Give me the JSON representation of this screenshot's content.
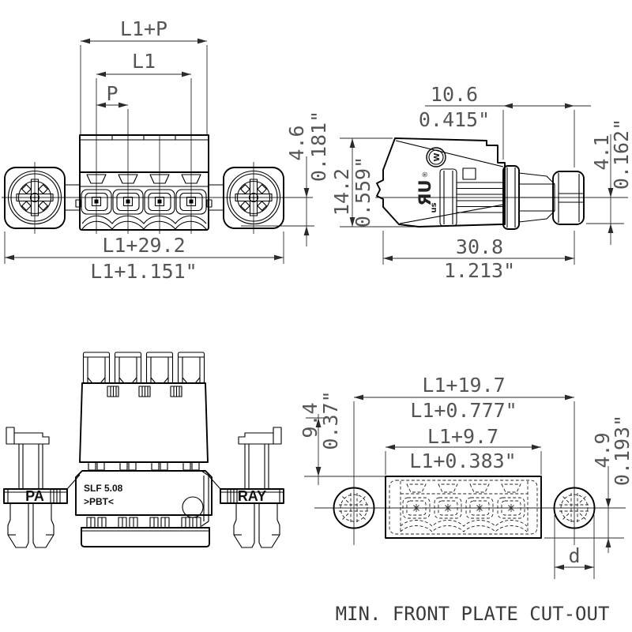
{
  "front": {
    "dim_l1p": "L1+P",
    "dim_l1": "L1",
    "dim_p": "P",
    "dim_w_mm": "L1+29.2",
    "dim_w_in": "L1+1.151\"",
    "dim_h_mm": "4.6",
    "dim_h_in": "0.181\""
  },
  "side": {
    "dim_f_mm": "10.6",
    "dim_f_in": "0.415\"",
    "dim_h_mm": "14.2",
    "dim_h_in": "0.559\"",
    "dim_p_mm": "4.1",
    "dim_p_in": "0.162\"",
    "dim_l_mm": "30.8",
    "dim_l_in": "1.213\"",
    "ul_main": "ЯU",
    "ul_us": "us",
    "ul_reg": "®",
    "logo": "W"
  },
  "rear": {
    "flange_left": "PA",
    "flange_right": "RAY",
    "type": "SLF 5.08",
    "material": ">PBT<"
  },
  "cutout": {
    "caption": "MIN. FRONT PLATE CUT-OUT",
    "dim_span_mm": "L1+19.7",
    "dim_span_in": "L1+0.777\"",
    "dim_cut_mm": "L1+9.7",
    "dim_cut_in": "L1+0.383\"",
    "dim_t_mm": "9.4",
    "dim_t_in": "0.37\"",
    "dim_b_mm": "4.9",
    "dim_b_in": "0.193\"",
    "dim_d": "d"
  }
}
